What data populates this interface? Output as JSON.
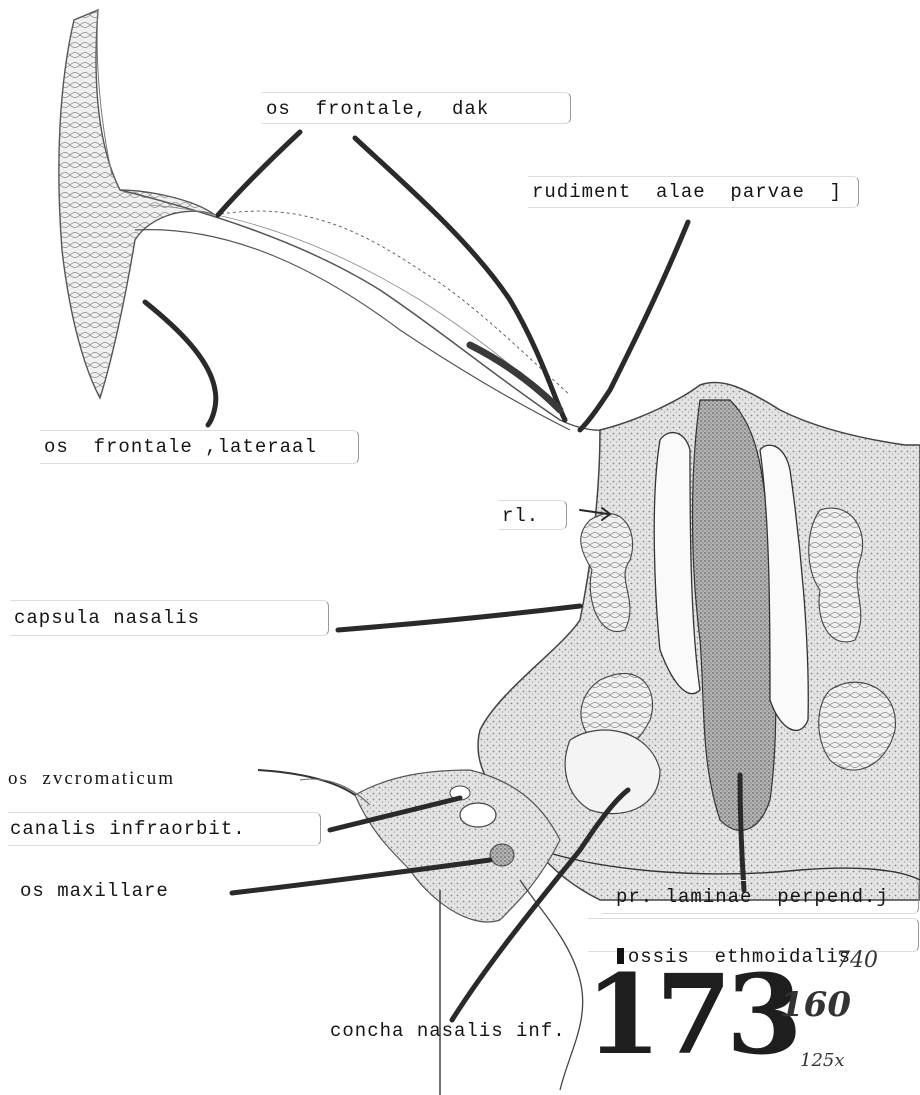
{
  "labels": {
    "frontale_dak": "os  frontale,  dak",
    "rudiment": "rudiment  alae  parvae  ]",
    "frontale_lateraal": "os  frontale ,lateraal",
    "rl": "rl.",
    "capsula": "capsula nasalis",
    "zygomaticum": "os  zvcromaticum",
    "canalis": "canalis infraorbit.",
    "maxillare": "os maxillare",
    "laminae": "pr. laminae  perpend.j",
    "ethmoidalis": "ossis  ethmoidalis",
    "concha": "concha nasalis inf."
  },
  "handwriting": {
    "stamp_number": "173",
    "note_160": "160",
    "note_top": "740",
    "note_small": "125x"
  },
  "colors": {
    "ink": "#1a1a1a",
    "pointer": "#2a2a2a",
    "tissue": "#8a8a8a",
    "shade": "#c9c9c9"
  }
}
